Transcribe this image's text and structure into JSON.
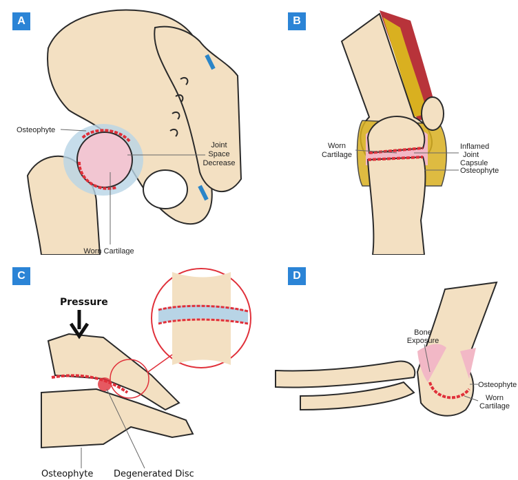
{
  "panels": {
    "a": {
      "tag": "A",
      "labels": {
        "osteophyte": "Osteophyte",
        "joint_space_1": "Joint",
        "joint_space_2": "Space",
        "joint_space_3": "Decrease",
        "worn_cartilage": "Worn Cartilage"
      }
    },
    "b": {
      "tag": "B",
      "labels": {
        "worn_1": "Worn",
        "worn_2": "Cartilage",
        "inflamed_1": "Inflamed",
        "inflamed_2": "Joint",
        "inflamed_3": "Capsule",
        "osteophyte": "Osteophyte"
      }
    },
    "c": {
      "tag": "C",
      "labels": {
        "pressure": "Pressure",
        "osteophyte": "Osteophyte",
        "degenerated_disc": "Degenerated Disc"
      }
    },
    "d": {
      "tag": "D",
      "labels": {
        "bone_1": "Bone",
        "bone_2": "Exposure",
        "osteophyte": "Osteophyte",
        "worn_1": "Worn",
        "worn_2": "Cartilage"
      }
    }
  },
  "colors": {
    "tag_blue": "#2b84d6",
    "bone": "#f3e0c2",
    "bone_outline": "#2a2a2a",
    "cartilage_red": "#e0303a",
    "cartilage_pink": "#f2b8c6",
    "synovial_blue": "#b8d4e6",
    "muscle_red": "#b8333a",
    "fat_yellow": "#d9b020"
  }
}
